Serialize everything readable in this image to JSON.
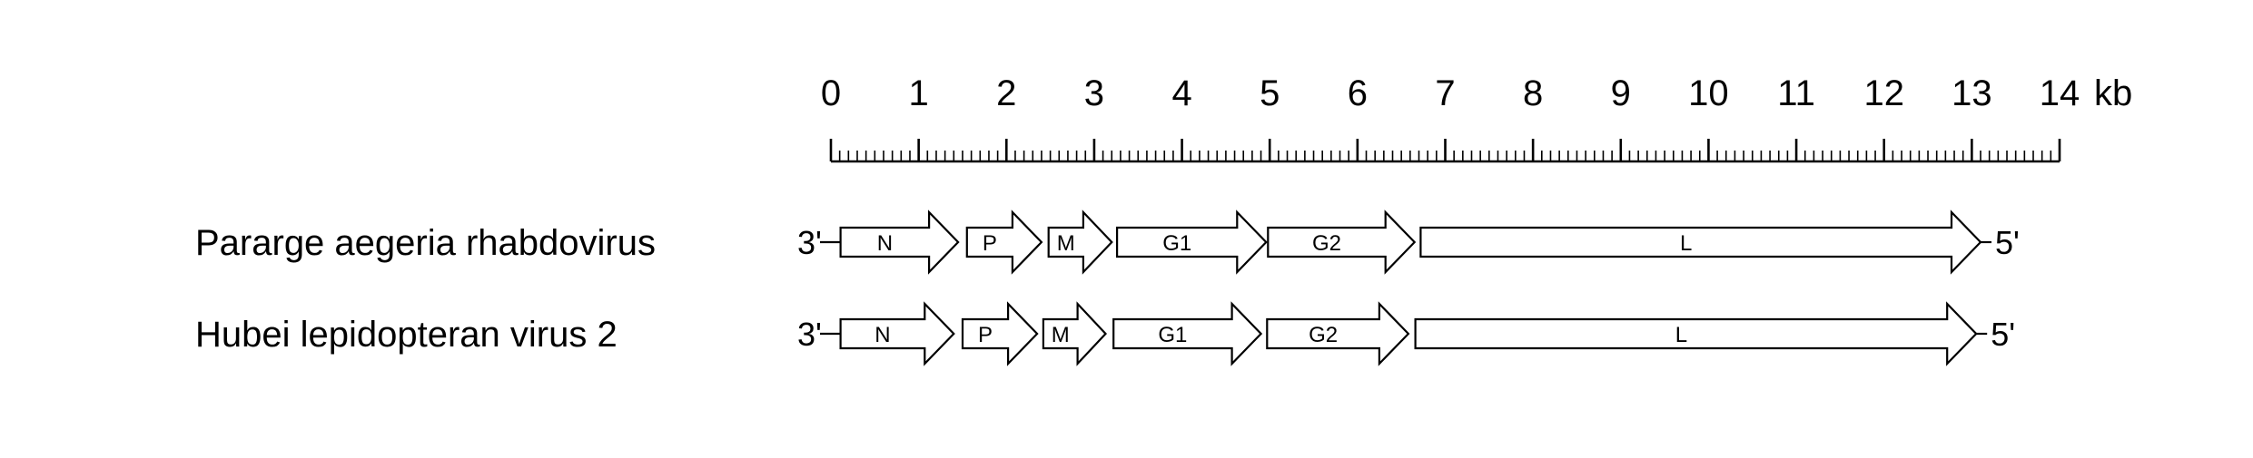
{
  "scale": {
    "min": 0,
    "max": 14,
    "unit_label": "kb",
    "major_ticks": [
      0,
      1,
      2,
      3,
      4,
      5,
      6,
      7,
      8,
      9,
      10,
      11,
      12,
      13,
      14
    ],
    "minor_per_major": 10
  },
  "genomes": [
    {
      "name": "Pararge aegeria rhabdovirus",
      "end3": "3'",
      "end5": "5'",
      "genes": [
        {
          "label": "N",
          "start": 0.11,
          "end": 1.45
        },
        {
          "label": "P",
          "start": 1.55,
          "end": 2.4
        },
        {
          "label": "M",
          "start": 2.48,
          "end": 3.2
        },
        {
          "label": "G1",
          "start": 3.26,
          "end": 4.96
        },
        {
          "label": "G2",
          "start": 4.98,
          "end": 6.65
        },
        {
          "label": "L",
          "start": 6.72,
          "end": 13.1
        }
      ]
    },
    {
      "name": "Hubei lepidopteran virus 2",
      "end3": "3'",
      "end5": "5'",
      "genes": [
        {
          "label": "N",
          "start": 0.11,
          "end": 1.4
        },
        {
          "label": "P",
          "start": 1.5,
          "end": 2.35
        },
        {
          "label": "M",
          "start": 2.42,
          "end": 3.13
        },
        {
          "label": "G1",
          "start": 3.22,
          "end": 4.9
        },
        {
          "label": "G2",
          "start": 4.97,
          "end": 6.58
        },
        {
          "label": "L",
          "start": 6.66,
          "end": 13.05
        }
      ]
    }
  ]
}
